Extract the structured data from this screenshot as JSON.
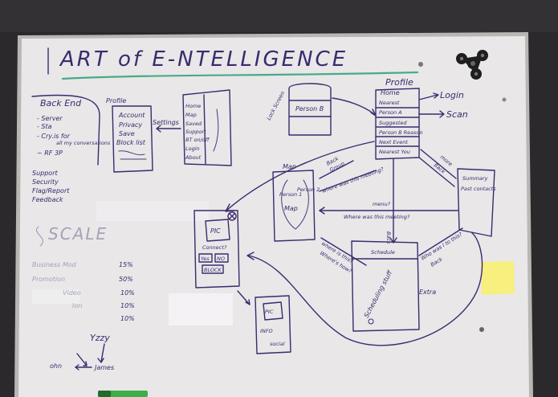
{
  "title": "ART of E-NTELLIGENCE",
  "backend": {
    "heading": "Back End",
    "items": [
      "- Server",
      "- Sta",
      "- Cry.is for",
      "all my conversations",
      "~ RF 3P"
    ]
  },
  "support": [
    "Support",
    "Security",
    "Flag/Report",
    "Feedback"
  ],
  "scale_heading": "SCALE",
  "scale_rows": [
    {
      "label": "Business Mod",
      "pct": "15%"
    },
    {
      "label": "Promotion",
      "pct": "50%"
    },
    {
      "label": "Video",
      "pct": "10%"
    },
    {
      "label": "Ion",
      "pct": "10%"
    },
    {
      "label": "",
      "pct": "10%"
    }
  ],
  "people": {
    "yzzy": "Yzzy",
    "john": "ohn",
    "james": "James"
  },
  "profile_left": {
    "label": "Profile",
    "items": [
      "Account",
      "Privacy",
      "Save",
      "Block list"
    ]
  },
  "settings_label": "Settings",
  "side_menu": [
    "Home",
    "Map",
    "Saved",
    "Support",
    "BT on/off",
    "Login",
    "About"
  ],
  "lock_screen": {
    "label": "Lock Screen",
    "item": "Person B"
  },
  "home": {
    "profile_label": "Profile",
    "title": "Home",
    "items": [
      "Nearest",
      "Person A",
      "Suggested",
      "Person B Reason",
      "Next Event",
      "Nearest You"
    ],
    "login": "Login",
    "scan": "Scan"
  },
  "map": {
    "label": "Map",
    "screen_text": "Map",
    "back": "Back",
    "group": "Group",
    "pin1": "Person 1",
    "pin2": "Person 2"
  },
  "summary": {
    "title": "Summary",
    "sub": "Past contacts",
    "more": "more",
    "back": "Back"
  },
  "arrows": {
    "where": "where was this meeting?",
    "where2": "Where was this meeting?",
    "menu": "menu?",
    "where_is": "where is this?",
    "where_how": "Where's how?",
    "who": "Who was I to this?",
    "back2": "Back",
    "extra": "Extra",
    "back3": "Back"
  },
  "schedule": {
    "title": "Schedule",
    "body": "Scheduling stuff"
  },
  "connect_card": {
    "pic": "PIC",
    "connect": "Connect?",
    "yes": "Yes",
    "no": "NO",
    "block": "BLOCK"
  },
  "pic_card": {
    "pic": "PIC",
    "info": "INFO",
    "social": "social"
  }
}
